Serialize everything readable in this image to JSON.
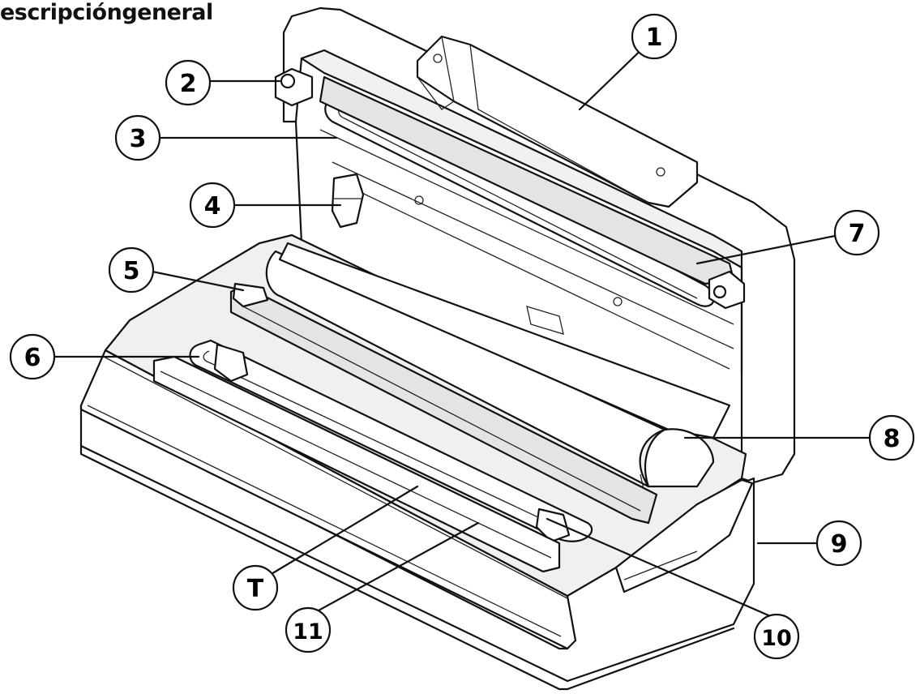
{
  "heading": "escripcióngeneral",
  "callouts": [
    {
      "id": "1",
      "label": "1"
    },
    {
      "id": "2",
      "label": "2"
    },
    {
      "id": "3",
      "label": "3"
    },
    {
      "id": "4",
      "label": "4"
    },
    {
      "id": "5",
      "label": "5"
    },
    {
      "id": "6",
      "label": "6"
    },
    {
      "id": "7",
      "label": "7"
    },
    {
      "id": "8",
      "label": "8"
    },
    {
      "id": "9",
      "label": "9"
    },
    {
      "id": "10",
      "label": "10"
    },
    {
      "id": "11",
      "label": "11"
    },
    {
      "id": "T",
      "label": "T"
    }
  ],
  "colors": {
    "line": "#111111",
    "fill": "#ffffff",
    "shade": "#f0f0f0"
  }
}
